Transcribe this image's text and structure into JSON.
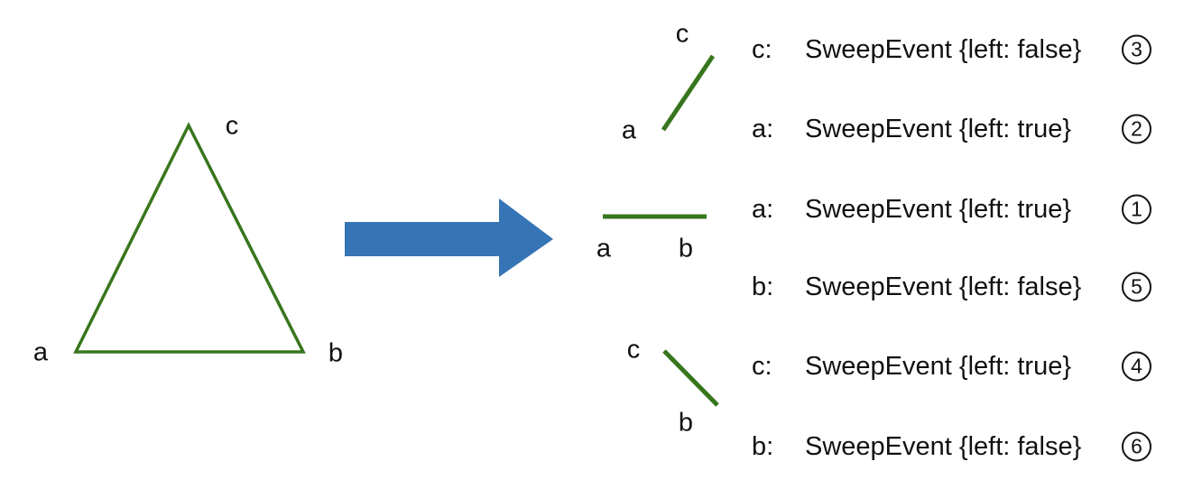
{
  "colors": {
    "shape_green": "#38761d",
    "arrow_blue": "#3674b5",
    "text": "#111111"
  },
  "triangle": {
    "vertex_a": "a",
    "vertex_b": "b",
    "vertex_c": "c"
  },
  "segments": {
    "ca": {
      "top_label": "c",
      "bottom_label": "a"
    },
    "ab": {
      "left_label": "a",
      "right_label": "b"
    },
    "cb": {
      "top_label": "c",
      "bottom_label": "b"
    }
  },
  "events": [
    {
      "point": "c:",
      "detail": "SweepEvent {left: false}",
      "order": "3"
    },
    {
      "point": "a:",
      "detail": "SweepEvent {left: true}",
      "order": "2"
    },
    {
      "point": "a:",
      "detail": "SweepEvent {left: true}",
      "order": "1"
    },
    {
      "point": "b:",
      "detail": "SweepEvent {left: false}",
      "order": "5"
    },
    {
      "point": "c:",
      "detail": "SweepEvent {left: true}",
      "order": "4"
    },
    {
      "point": "b:",
      "detail": "SweepEvent {left: false}",
      "order": "6"
    }
  ]
}
